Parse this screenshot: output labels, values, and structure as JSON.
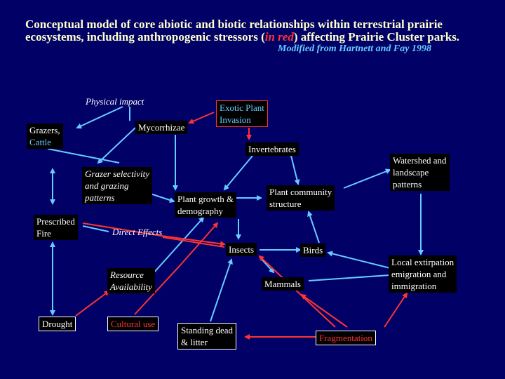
{
  "title": {
    "part1": "Conceptual model of core abiotic and biotic relationships within terrestrial prairie ecosystems, including anthropogenic stressors (",
    "red": "in red",
    "part2": ") affecting Prairie Cluster parks."
  },
  "credit": "Modified from Hartnett and Fay 1998",
  "nodes": {
    "physical_impact": "Physical impact",
    "exotic_plant": "Exotic Plant\nInvasion",
    "mycorrhizae": "Mycorrhizae",
    "grazers": "Grazers,",
    "cattle": "Cattle",
    "invertebrates": "Invertebrates",
    "watershed": "Watershed and\nlandscape\npatterns",
    "grazer_selectivity": "Grazer selectivity\nand grazing\npatterns",
    "plant_growth": "Plant growth &\ndemography",
    "plant_community": "Plant community\nstructure",
    "prescribed_fire": "Prescribed\nFire",
    "direct_effects": "Direct Effects",
    "insects": "Insects",
    "birds": "Birds",
    "local_extirpation": "Local extirpation\nemigration and\nimmigration",
    "resource_availability": "Resource\nAvailability",
    "mammals": "Mammals",
    "drought": "Drought",
    "cultural_use": "Cultural use",
    "standing_dead": "Standing dead\n& litter",
    "fragmentation": "Fragmentation"
  },
  "colors": {
    "background": "#000066",
    "title": "#ffffcc",
    "stressor_red": "#ff3333",
    "link_cyan": "#66ccff",
    "credit": "#66ccff"
  }
}
